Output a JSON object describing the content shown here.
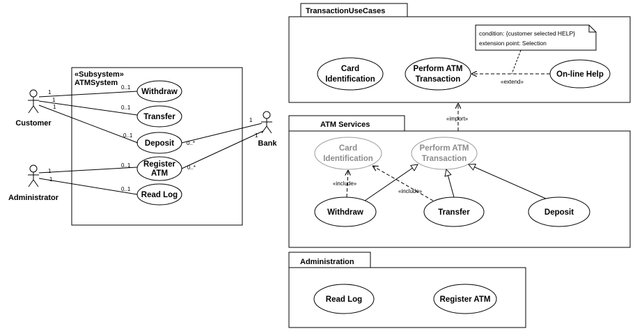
{
  "subsystem": {
    "stereotype": "«Subsystem»",
    "name": "ATMSystem",
    "use_cases": [
      "Withdraw",
      "Transfer",
      "Deposit",
      "Register ATM",
      "Read Log"
    ]
  },
  "actors": {
    "customer": "Customer",
    "administrator": "Administrator",
    "bank": "Bank"
  },
  "multiplicities": {
    "one": "1",
    "zero_one": "0..1",
    "zero_many": "0..*"
  },
  "packages": {
    "transaction": {
      "name": "TransactionUseCases",
      "use_cases": [
        "Card Identification",
        "Perform ATM Transaction",
        "On-line Help"
      ],
      "note_condition": "condition: {customer selected HELP}",
      "note_extension": "extension point: Selection",
      "extend_label": "«extend»"
    },
    "atm_services": {
      "name": "ATM Services",
      "import_label": "«import»",
      "use_cases": [
        "Card Identification",
        "Perform ATM Transaction",
        "Withdraw",
        "Transfer",
        "Deposit"
      ],
      "include_label": "«include»"
    },
    "administration": {
      "name": "Administration",
      "use_cases": [
        "Read Log",
        "Register ATM"
      ]
    }
  }
}
